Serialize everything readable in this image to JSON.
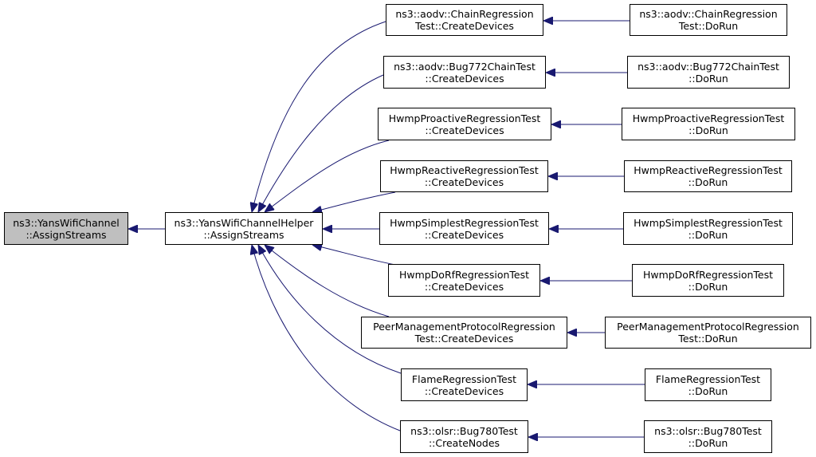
{
  "colors": {
    "edge": "#191970",
    "root_fill": "#bfbfbf",
    "node_fill": "#ffffff",
    "border": "#000000"
  },
  "nodes": {
    "root": {
      "line1": "ns3::YansWifiChannel",
      "line2": "::AssignStreams"
    },
    "helper": {
      "line1": "ns3::YansWifiChannelHelper",
      "line2": "::AssignStreams"
    },
    "c1": {
      "line1": "ns3::aodv::ChainRegression",
      "line2": "Test::CreateDevices"
    },
    "c2": {
      "line1": "ns3::aodv::Bug772ChainTest",
      "line2": "::CreateDevices"
    },
    "c3": {
      "line1": "HwmpProactiveRegressionTest",
      "line2": "::CreateDevices"
    },
    "c4": {
      "line1": "HwmpReactiveRegressionTest",
      "line2": "::CreateDevices"
    },
    "c5": {
      "line1": "HwmpSimplestRegressionTest",
      "line2": "::CreateDevices"
    },
    "c6": {
      "line1": "HwmpDoRfRegressionTest",
      "line2": "::CreateDevices"
    },
    "c7": {
      "line1": "PeerManagementProtocolRegression",
      "line2": "Test::CreateDevices"
    },
    "c8": {
      "line1": "FlameRegressionTest",
      "line2": "::CreateDevices"
    },
    "c9": {
      "line1": "ns3::olsr::Bug780Test",
      "line2": "::CreateNodes"
    },
    "r1": {
      "line1": "ns3::aodv::ChainRegression",
      "line2": "Test::DoRun"
    },
    "r2": {
      "line1": "ns3::aodv::Bug772ChainTest",
      "line2": "::DoRun"
    },
    "r3": {
      "line1": "HwmpProactiveRegressionTest",
      "line2": "::DoRun"
    },
    "r4": {
      "line1": "HwmpReactiveRegressionTest",
      "line2": "::DoRun"
    },
    "r5": {
      "line1": "HwmpSimplestRegressionTest",
      "line2": "::DoRun"
    },
    "r6": {
      "line1": "HwmpDoRfRegressionTest",
      "line2": "::DoRun"
    },
    "r7": {
      "line1": "PeerManagementProtocolRegression",
      "line2": "Test::DoRun"
    },
    "r8": {
      "line1": "FlameRegressionTest",
      "line2": "::DoRun"
    },
    "r9": {
      "line1": "ns3::olsr::Bug780Test",
      "line2": "::DoRun"
    }
  }
}
